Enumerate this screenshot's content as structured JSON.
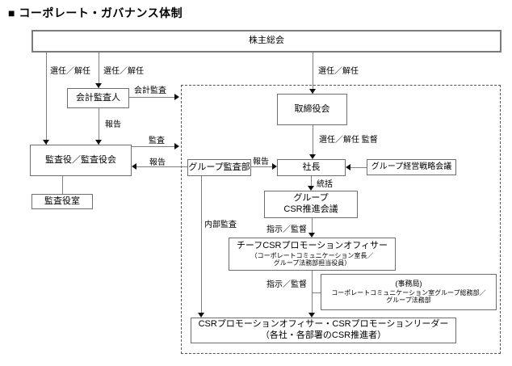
{
  "title": "■ コーポレート・ガバナンス体制",
  "nodes": {
    "shareholders": {
      "label": "株主総会"
    },
    "accounting_auditor": {
      "label": "会計監査人"
    },
    "audit_board": {
      "label": "監査役／監査役会"
    },
    "audit_office": {
      "label": "監査役室"
    },
    "group_audit": {
      "label": "グループ監査部"
    },
    "board_of_directors": {
      "label": "取締役会"
    },
    "president": {
      "label": "社長"
    },
    "group_strategy_meeting": {
      "label": "グループ経営戦略会議"
    },
    "group_csr_meeting": {
      "line1": "グループ",
      "line2": "CSR推進会議"
    },
    "chief_csr_officer": {
      "line1": "チーフCSRプロモーションオフィサー",
      "line2": "（コーポレートコミュニケーション室長／",
      "line3": "グループ法務部担当役員）"
    },
    "secretariat": {
      "line1": "(事務局)",
      "line2": "コーポレートコミュニケーション室グループ総務部／",
      "line3": "グループ法務部"
    },
    "csr_promoters": {
      "line1": "CSRプロモーションオフィサー・CSRプロモーションリーダー",
      "line2": "（各社・各部署のCSR推進者）"
    }
  },
  "edge_labels": {
    "appoint_dismiss_left": "選任／解任",
    "appoint_dismiss_mid": "選任／解任",
    "appoint_dismiss_right": "選任／解任",
    "accounting_audit": "会計監査",
    "report_auditor_to_board": "報告",
    "audit": "監査",
    "report_groupaudit_to_board": "報告",
    "report_groupaudit_to_president": "報告",
    "appoint_dismiss_supervise": "選任／解任 監督",
    "control": "統括",
    "direct_supervise_upper": "指示／監督",
    "direct_supervise_lower": "指示／監督",
    "internal_audit": "内部監査"
  },
  "colors": {
    "line": "#808080",
    "box_border": "#6e6e6e",
    "arrow": "#111111",
    "background": "#ffffff",
    "text": "#000000"
  }
}
